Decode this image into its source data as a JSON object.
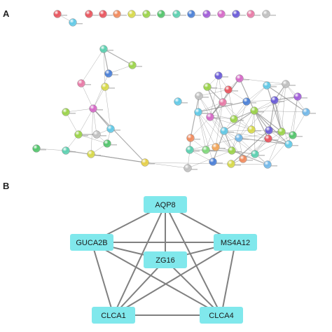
{
  "panel_a": {
    "letter": "A",
    "colors": [
      "#e8555e",
      "#f08a5d",
      "#f2a65a",
      "#d7d94a",
      "#9bd34a",
      "#52c46b",
      "#5bd0b0",
      "#62c9e6",
      "#4a7fd6",
      "#6a5bd8",
      "#a05cd8",
      "#d569c7",
      "#e77aa6",
      "#c0c0c0",
      "#e5cf48",
      "#7fd77a",
      "#72b8e8"
    ]
  },
  "panel_b": {
    "letter": "B",
    "node_color": "#80e8ec",
    "edge_color": "#808080",
    "nodes": [
      {
        "id": "aqp8",
        "label": "AQP8"
      },
      {
        "id": "guca2b",
        "label": "GUCA2B"
      },
      {
        "id": "ms4a12",
        "label": "MS4A12"
      },
      {
        "id": "zg16",
        "label": "ZG16"
      },
      {
        "id": "clca1",
        "label": "CLCA1"
      },
      {
        "id": "clca4",
        "label": "CLCA4"
      }
    ],
    "edges": [
      [
        "aqp8",
        "guca2b"
      ],
      [
        "aqp8",
        "ms4a12"
      ],
      [
        "aqp8",
        "zg16"
      ],
      [
        "aqp8",
        "clca1"
      ],
      [
        "aqp8",
        "clca4"
      ],
      [
        "guca2b",
        "ms4a12"
      ],
      [
        "guca2b",
        "zg16"
      ],
      [
        "guca2b",
        "clca1"
      ],
      [
        "guca2b",
        "clca4"
      ],
      [
        "ms4a12",
        "zg16"
      ],
      [
        "ms4a12",
        "clca1"
      ],
      [
        "ms4a12",
        "clca4"
      ],
      [
        "zg16",
        "clca1"
      ],
      [
        "zg16",
        "clca4"
      ],
      [
        "clca1",
        "clca4"
      ]
    ]
  }
}
